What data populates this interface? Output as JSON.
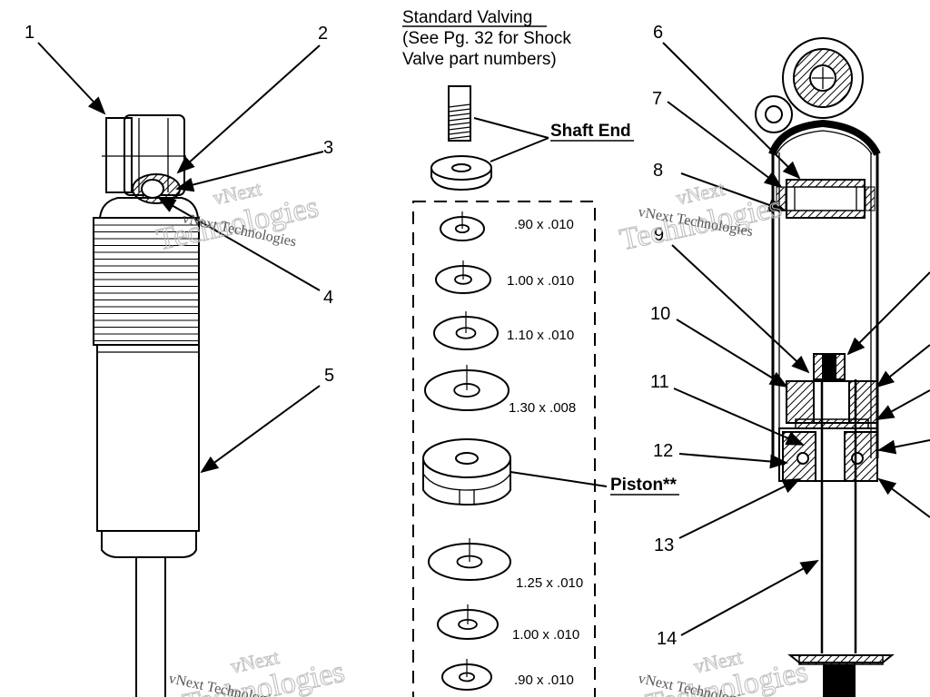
{
  "heading": {
    "line1": "Standard Valving",
    "line2": "(See Pg. 32 for Shock",
    "line3": "Valve part numbers)"
  },
  "callouts": {
    "shaft_end": "Shaft End",
    "piston": "Piston**"
  },
  "part_numbers": [
    "1",
    "2",
    "3",
    "4",
    "5",
    "6",
    "7",
    "8",
    "9",
    "10",
    "11",
    "12",
    "13",
    "14"
  ],
  "washers": [
    ".90 x .010",
    "1.00 x .010",
    "1.10 x .010",
    "1.30 x .008",
    "1.25 x .010",
    "1.00 x .010",
    ".90 x .010"
  ],
  "watermark": {
    "brand": "vNext",
    "company": "Technologies",
    "full": "vNext Technologies"
  }
}
